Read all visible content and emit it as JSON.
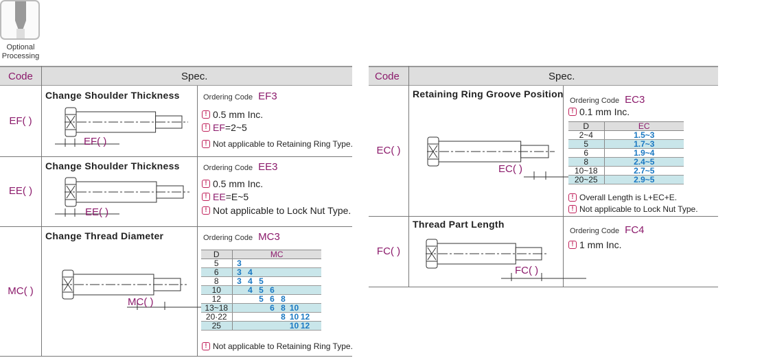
{
  "header_icon": {
    "caption_line1": "Optional",
    "caption_line2": "Processing"
  },
  "left_table": {
    "code_header": "Code",
    "spec_header": "Spec.",
    "rows": [
      {
        "code": "EF( )",
        "title": "Change Shoulder Thickness",
        "dim_label": "EF( )",
        "ordering_label": "Ordering Code",
        "ordering_code": "EF3",
        "notes": [
          {
            "text": "0.5 mm Inc."
          },
          {
            "pre": "EF",
            "text": "=2~5"
          },
          {
            "text": "Not applicable to Retaining Ring Type.",
            "small": true
          }
        ]
      },
      {
        "code": "EE( )",
        "title": "Change Shoulder Thickness",
        "dim_label": "EE( )",
        "ordering_label": "Ordering Code",
        "ordering_code": "EE3",
        "notes": [
          {
            "text": "0.5 mm Inc."
          },
          {
            "pre": "EE",
            "text": "=E~5"
          },
          {
            "text": "Not applicable to Lock Nut Type."
          }
        ]
      },
      {
        "code": "MC( )",
        "title": "Change Thread Diameter",
        "dim_label": "MC( )",
        "ordering_label": "Ordering Code",
        "ordering_code": "MC3",
        "table": {
          "headers": [
            "D",
            "MC"
          ],
          "rows": [
            {
              "d": "5",
              "v": [
                "3"
              ]
            },
            {
              "d": "6",
              "v": [
                "3",
                "4"
              ]
            },
            {
              "d": "8",
              "v": [
                "3",
                "4",
                "5"
              ]
            },
            {
              "d": "10",
              "v": [
                "",
                "4",
                "5",
                "6"
              ]
            },
            {
              "d": "12",
              "v": [
                "",
                "",
                "5",
                "6",
                "8"
              ]
            },
            {
              "d": "13~18",
              "v": [
                "",
                "",
                "",
                "6",
                "8",
                "10"
              ]
            },
            {
              "d": "20·22",
              "v": [
                "",
                "",
                "",
                "",
                "8",
                "10",
                "12"
              ]
            },
            {
              "d": "25",
              "v": [
                "",
                "",
                "",
                "",
                "",
                "10",
                "12"
              ]
            }
          ]
        },
        "notes": [
          {
            "text": "Not applicable to Retaining Ring Type.",
            "small": true
          }
        ]
      }
    ]
  },
  "right_table": {
    "code_header": "Code",
    "spec_header": "Spec.",
    "rows": [
      {
        "code": "EC( )",
        "title": "Retaining Ring Groove Position",
        "dim_label": "EC( )",
        "ordering_label": "Ordering Code",
        "ordering_code": "EC3",
        "inc": "0.1 mm Inc.",
        "table": {
          "headers": [
            "D",
            "EC"
          ],
          "rows": [
            {
              "d": "2~4",
              "v": "1.5~3"
            },
            {
              "d": "5",
              "v": "1.7~3"
            },
            {
              "d": "6",
              "v": "1.9~4"
            },
            {
              "d": "8",
              "v": "2.4~5"
            },
            {
              "d": "10~18",
              "v": "2.7~5"
            },
            {
              "d": "20~25",
              "v": "2.9~5"
            }
          ]
        },
        "notes": [
          {
            "text": "Overall Length is L+EC+E."
          },
          {
            "text": "Not applicable to Lock Nut Type."
          }
        ]
      },
      {
        "code": "FC( )",
        "title": "Thread Part Length",
        "dim_label": "FC( )",
        "ordering_label": "Ordering Code",
        "ordering_code": "FC4",
        "notes": [
          {
            "text": "1 mm Inc."
          }
        ]
      }
    ]
  }
}
